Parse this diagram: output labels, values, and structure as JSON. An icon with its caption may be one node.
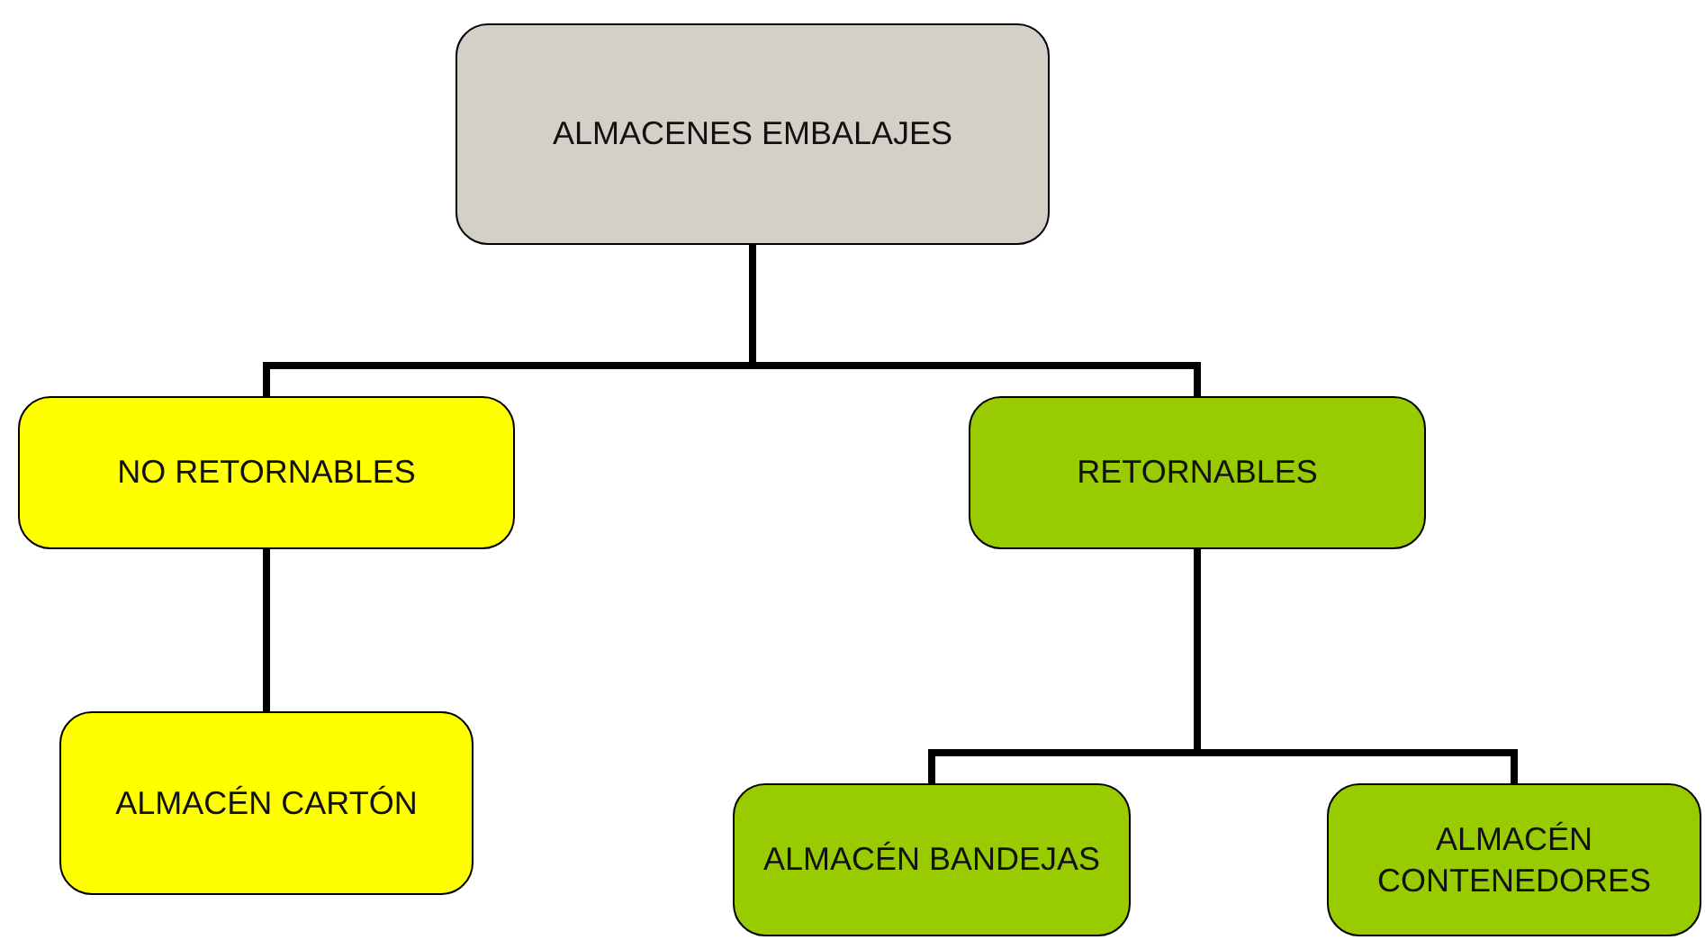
{
  "diagram": {
    "nodes": [
      {
        "text": [
          "ALMACENES EMBALAJES"
        ]
      },
      {
        "text": [
          "NO RETORNABLES"
        ]
      },
      {
        "text": [
          "RETORNABLES"
        ]
      },
      {
        "text": [
          "ALMACÉN CARTÓN"
        ]
      },
      {
        "text": [
          "ALMACÉN BANDEJAS"
        ]
      },
      {
        "text": [
          "ALMACÉN CONTENEDORES"
        ]
      }
    ],
    "edges": [
      {
        "from": 0,
        "to": 1,
        "arrow": "none"
      },
      {
        "from": 0,
        "to": 2,
        "arrow": "none"
      },
      {
        "from": 1,
        "to": 3,
        "arrow": "none"
      },
      {
        "from": 2,
        "to": 4,
        "arrow": "none"
      },
      {
        "from": 2,
        "to": 5,
        "arrow": "none"
      }
    ]
  }
}
